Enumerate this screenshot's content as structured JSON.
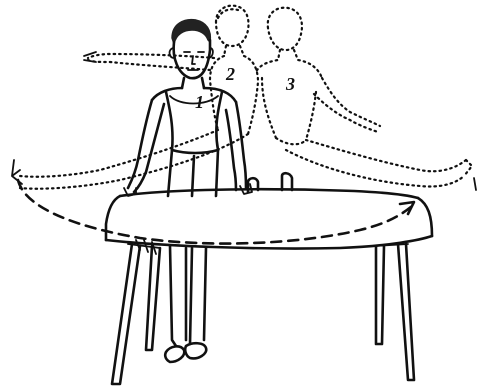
{
  "figure": {
    "labels": {
      "gymnast_1": "1",
      "gymnast_2": "2",
      "gymnast_3": "3"
    },
    "colors": {
      "ink": "#111111",
      "background": "#ffffff"
    }
  }
}
